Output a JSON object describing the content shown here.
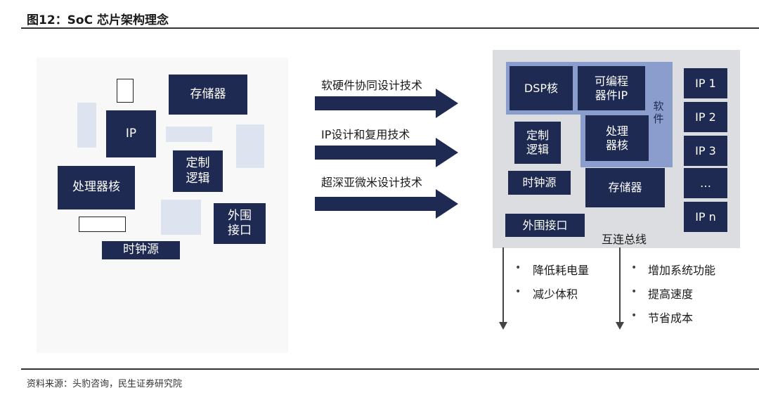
{
  "figure": {
    "title": "图12：SoC 芯片架构理念",
    "source": "资料来源：头豹咨询，民生证券研究院"
  },
  "left": {
    "storage": "存储器",
    "ip": "IP",
    "custom_logic": "定制\n逻辑",
    "core": "处理器核",
    "peripheral": "外围\n接口",
    "clock": "时钟源"
  },
  "arrows": [
    {
      "label": "软硬件协同设计技术"
    },
    {
      "label": "IP设计和复用技术"
    },
    {
      "label": "超深亚微米设计技术"
    }
  ],
  "right": {
    "dsp": "DSP核",
    "programmable": "可编程\n器件IP",
    "software": "软\n件",
    "custom_logic": "定制\n逻辑",
    "core": "处理\n器核",
    "clock": "时钟源",
    "storage": "存储器",
    "peripheral": "外围接口",
    "bus": "互连总线",
    "ip_list": [
      "IP 1",
      "IP 2",
      "IP 3",
      "…",
      "IP n"
    ]
  },
  "effects": {
    "bullet": "•",
    "left": [
      "降低耗电量",
      "减少体积"
    ],
    "right": [
      "增加系统功能",
      "提高速度",
      "节省成本"
    ]
  },
  "colors": {
    "navy": "#1f2a52",
    "software_region": "#8b9dcc",
    "panel_bg": "#dcdde0",
    "pale_block": "#dde4ef"
  }
}
